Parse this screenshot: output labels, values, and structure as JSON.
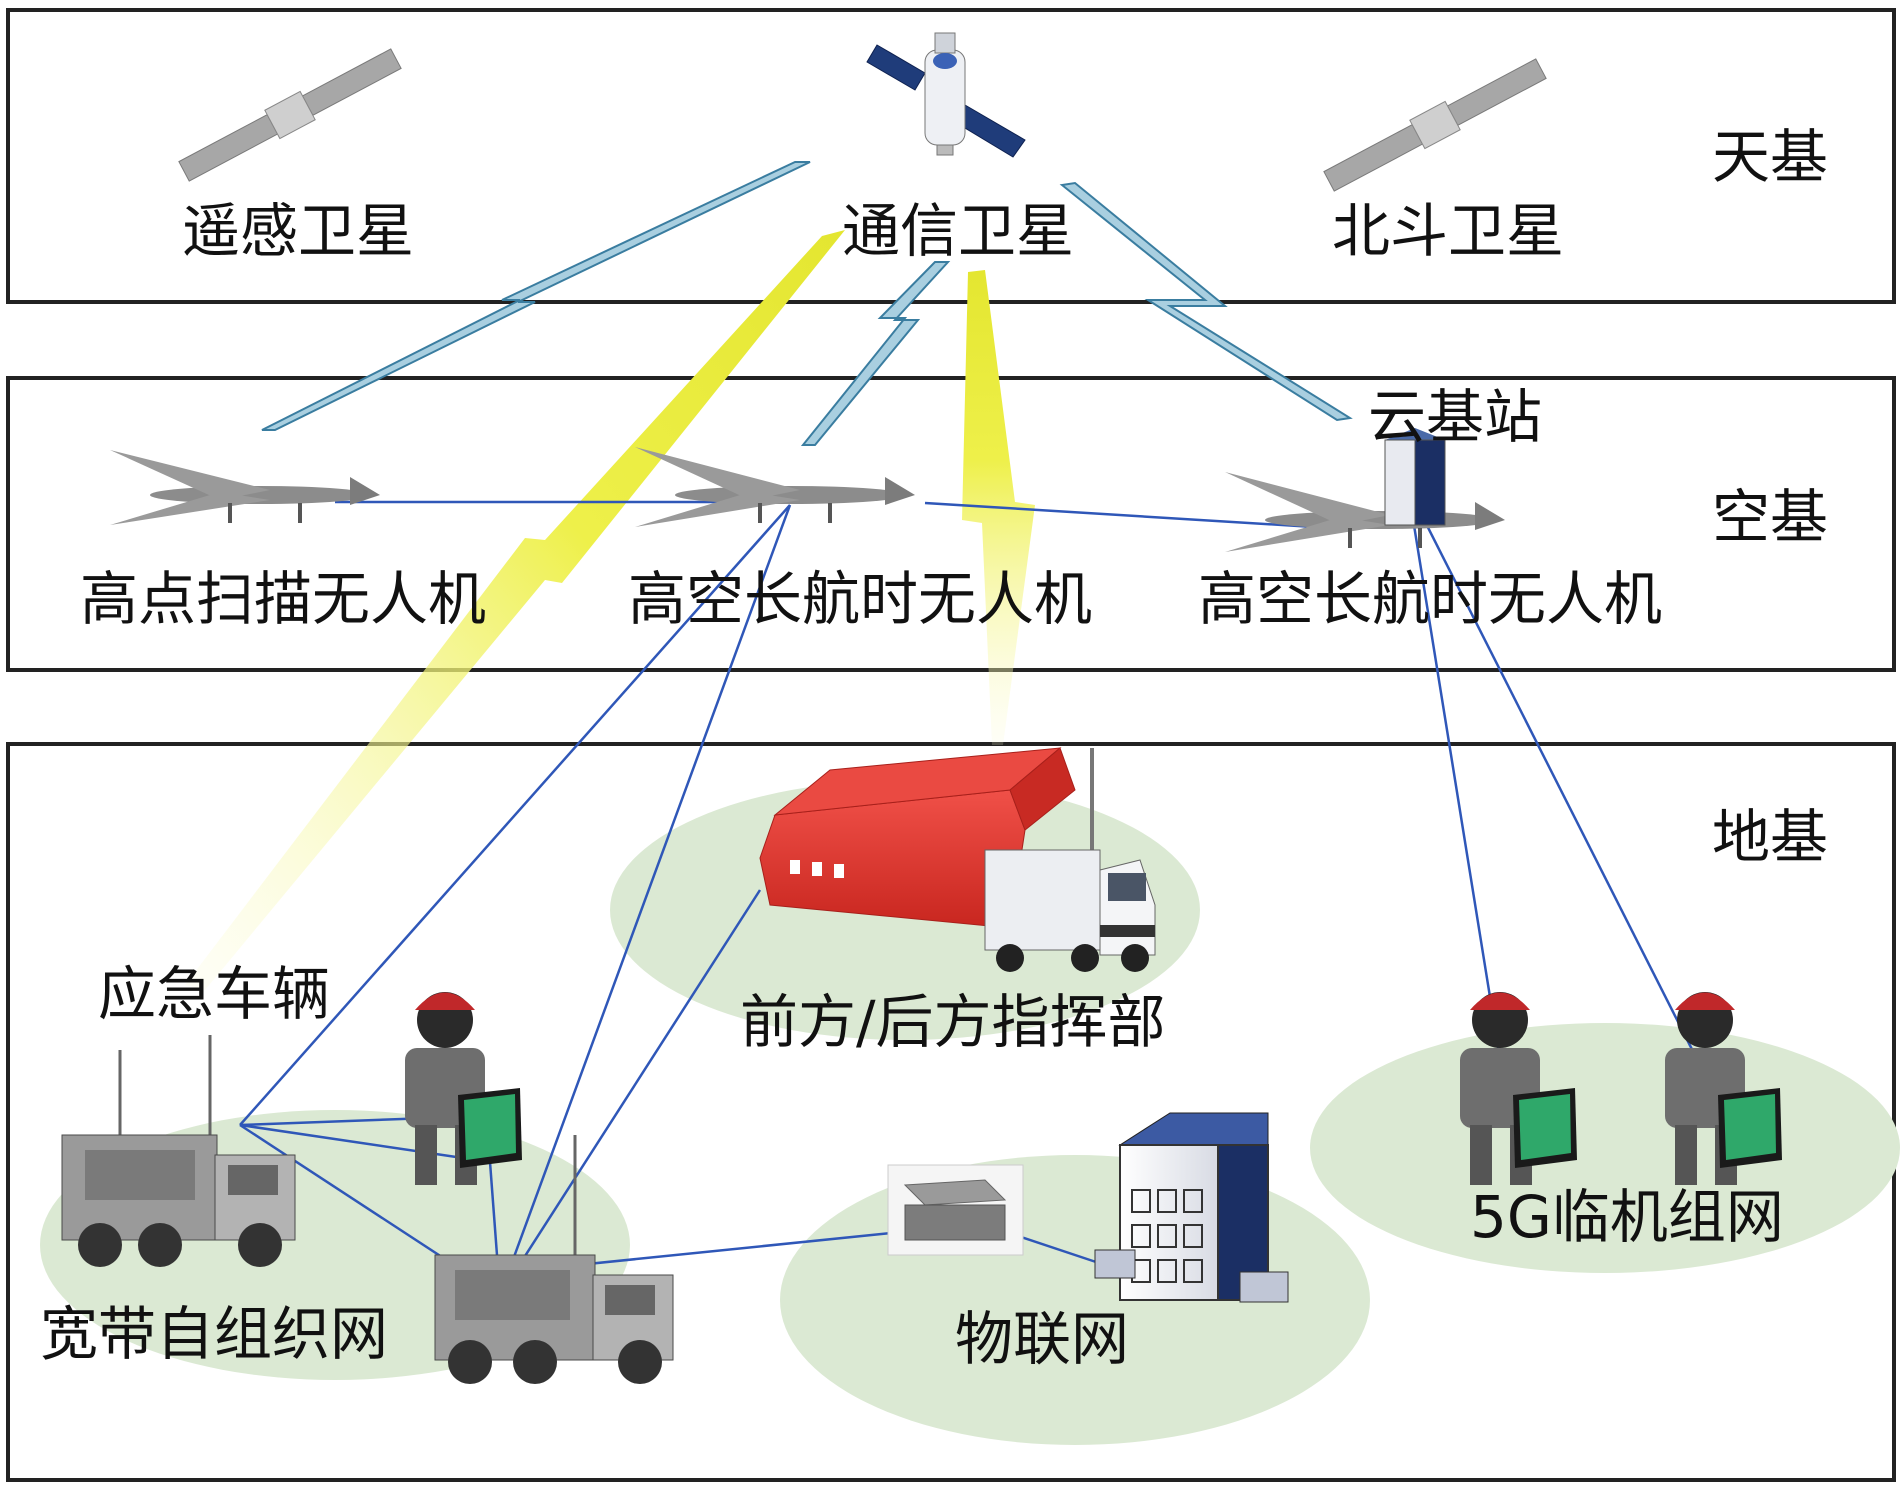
{
  "tiers": {
    "space": "天基",
    "air": "空基",
    "ground": "地基"
  },
  "nodes": {
    "remote_sat": "遥感卫星",
    "comm_sat": "通信卫星",
    "beidou_sat": "北斗卫星",
    "cloud_station": "云基站",
    "uav_scan": "高点扫描无人机",
    "uav_hale_1": "高空长航时无人机",
    "uav_hale_2": "高空长航时无人机",
    "emergency_vehicle": "应急车辆",
    "command_post": "前方/后方指挥部",
    "adhoc_net": "宽带自组织网",
    "iot": "物联网",
    "net_5g": "5G临机组网"
  },
  "colors": {
    "frame": "#222222",
    "lightning_blue": "#a9cfe0",
    "lightning_blue_edge": "#3a7da0",
    "lightning_yellow": "#e8ea3a",
    "link_blue": "#2f57b8",
    "zone_green": "#dbe9d3",
    "tent_red": "#e23a33"
  }
}
